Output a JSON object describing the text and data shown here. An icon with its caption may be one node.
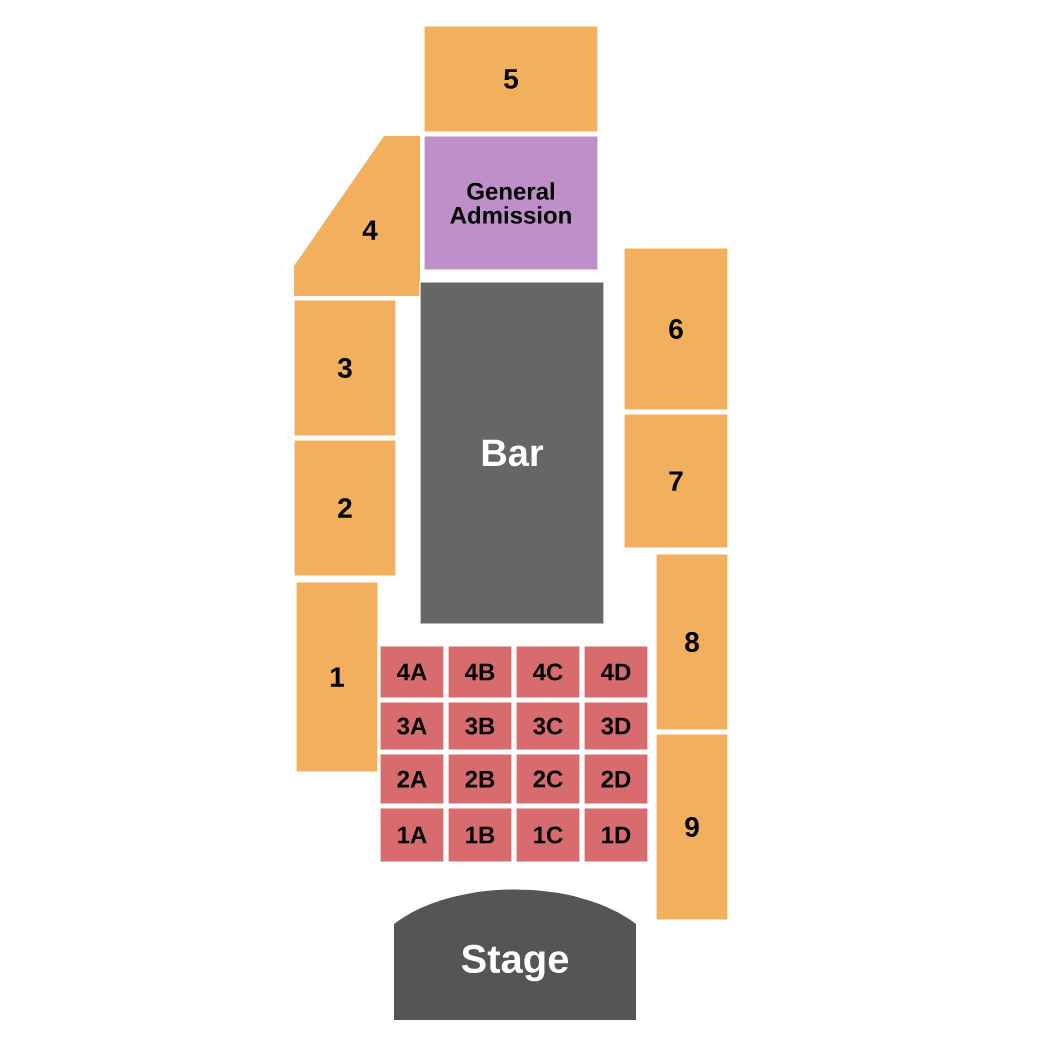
{
  "diagram": {
    "nodes": [
      {
        "text": [
          "5"
        ]
      },
      {
        "text": [
          "General Admission"
        ]
      },
      {
        "text": [
          "4"
        ]
      },
      {
        "text": [
          "3"
        ]
      },
      {
        "text": [
          "6"
        ]
      },
      {
        "text": [
          "Bar"
        ]
      },
      {
        "text": [
          "7"
        ]
      },
      {
        "text": [
          "2"
        ]
      },
      {
        "text": [
          "1"
        ]
      },
      {
        "text": [
          "8"
        ]
      },
      {
        "text": [
          "4A"
        ]
      },
      {
        "text": [
          "4B"
        ]
      },
      {
        "text": [
          "4C"
        ]
      },
      {
        "text": [
          "4D"
        ]
      },
      {
        "text": [
          "3A"
        ]
      },
      {
        "text": [
          "3B"
        ]
      },
      {
        "text": [
          "3C"
        ]
      },
      {
        "text": [
          "3D"
        ]
      },
      {
        "text": [
          "2A"
        ]
      },
      {
        "text": [
          "2B"
        ]
      },
      {
        "text": [
          "2C"
        ]
      },
      {
        "text": [
          "2D"
        ]
      },
      {
        "text": [
          "1A"
        ]
      },
      {
        "text": [
          "1B"
        ]
      },
      {
        "text": [
          "1C"
        ]
      },
      {
        "text": [
          "1D"
        ]
      },
      {
        "text": [
          "9"
        ]
      },
      {
        "text": [
          "Stage"
        ]
      }
    ]
  }
}
